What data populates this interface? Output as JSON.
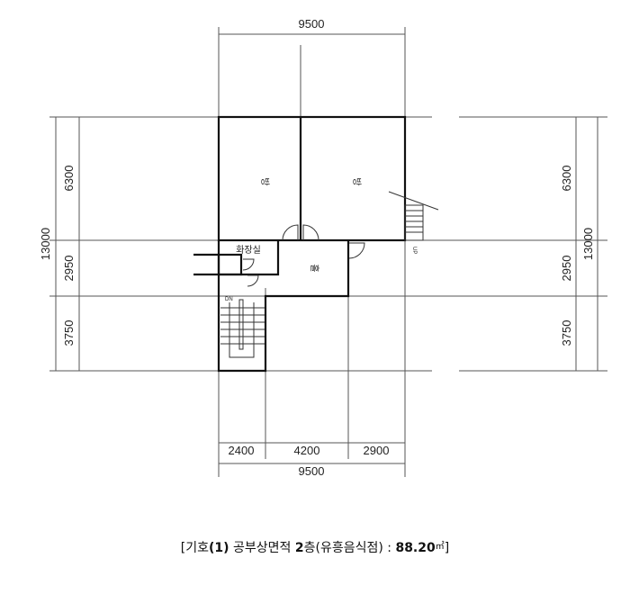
{
  "dimensions": {
    "top_total": "9500",
    "bottom_total": "9500",
    "bottom_segments": [
      "2400",
      "4200",
      "2900"
    ],
    "left_total": "13000",
    "left_segments": [
      "6300",
      "2950",
      "3750"
    ],
    "right_total": "13000",
    "right_segments": [
      "6300",
      "2950",
      "3750"
    ]
  },
  "rooms": {
    "room_left": "방",
    "room_right": "방",
    "toilet": "화장실",
    "hall": "홀",
    "stair_up": "UP",
    "stair_down": "DN"
  },
  "caption": {
    "prefix": "[기호",
    "number": "(1)",
    "middle": " 공부상면적 ",
    "floor": "2",
    "floor_suffix": "층(유흥음식점) : ",
    "area": "88.20",
    "unit": "㎡",
    "suffix": "]"
  }
}
